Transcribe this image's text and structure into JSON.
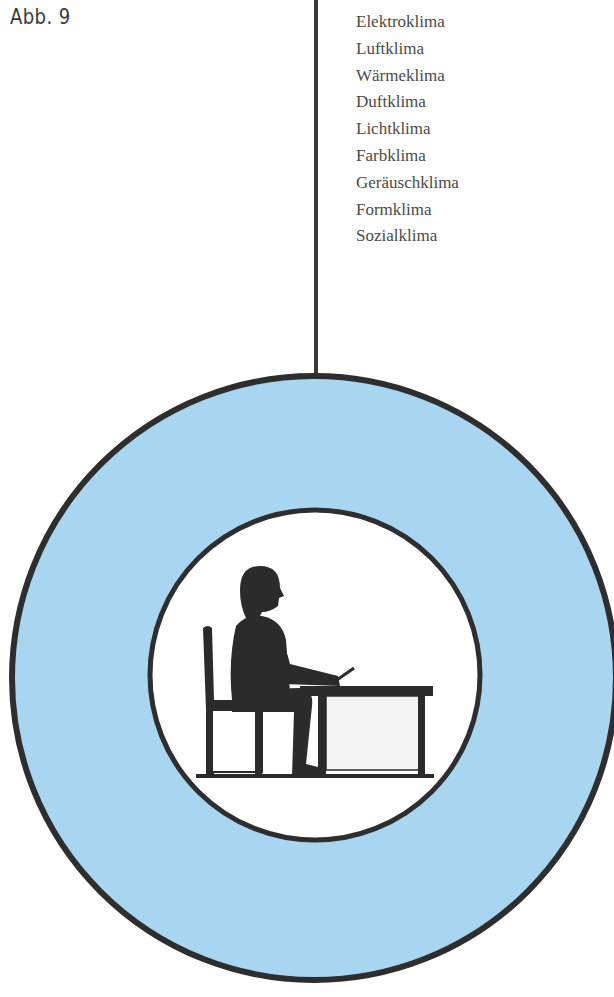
{
  "diagram": {
    "title": "Abb. 9",
    "labels": [
      "Elektroklima",
      "Luftklima",
      "Wärmeklima",
      "Duftklima",
      "Lichtklima",
      "Farbklima",
      "Geräuschklima",
      "Formklima",
      "Sozialklima"
    ]
  }
}
